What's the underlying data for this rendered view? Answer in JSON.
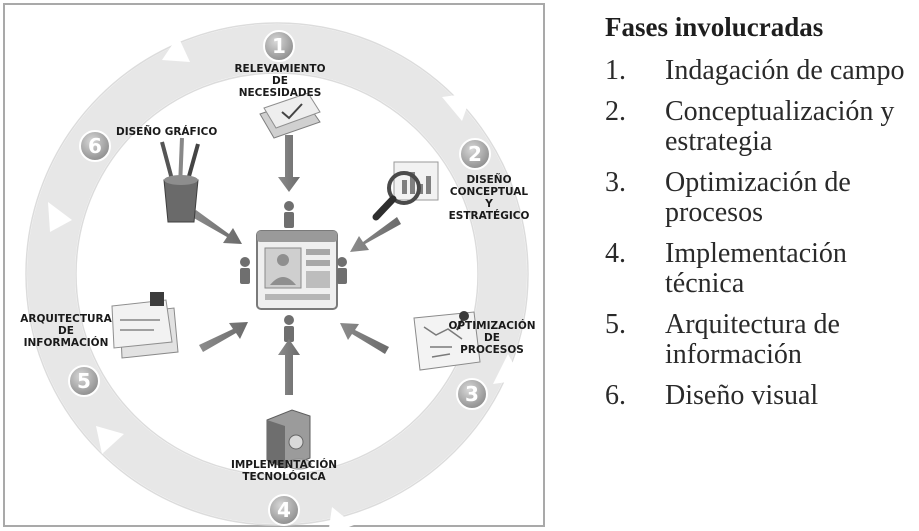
{
  "diagram": {
    "phases": [
      {
        "number": "1",
        "lines": [
          "RELEVAMIENTO",
          "DE",
          "NECESIDADES"
        ]
      },
      {
        "number": "2",
        "lines": [
          "DISEÑO",
          "CONCEPTUAL",
          "Y",
          "ESTRATÉGICO"
        ]
      },
      {
        "number": "3",
        "lines": [
          "OPTIMIZACIÓN",
          "DE",
          "PROCESOS"
        ]
      },
      {
        "number": "4",
        "lines": [
          "IMPLEMENTACIÓN",
          "TECNOLÓGICA"
        ]
      },
      {
        "number": "5",
        "lines": [
          "ARQUITECTURA",
          "DE",
          "INFORMACIÓN"
        ]
      },
      {
        "number": "6",
        "lines": [
          "DISEÑO GRÁFICO"
        ]
      }
    ]
  },
  "list": {
    "title": "Fases involucradas",
    "items": [
      {
        "num": "1.",
        "text": "Indagación de campo"
      },
      {
        "num": "2.",
        "text": "Conceptualización y estrategia"
      },
      {
        "num": "3.",
        "text": "Optimización de procesos"
      },
      {
        "num": "4.",
        "text": "Implementación técnica"
      },
      {
        "num": "5.",
        "text": "Arquitectura de información"
      },
      {
        "num": "6.",
        "text": "Diseño visual"
      }
    ]
  }
}
